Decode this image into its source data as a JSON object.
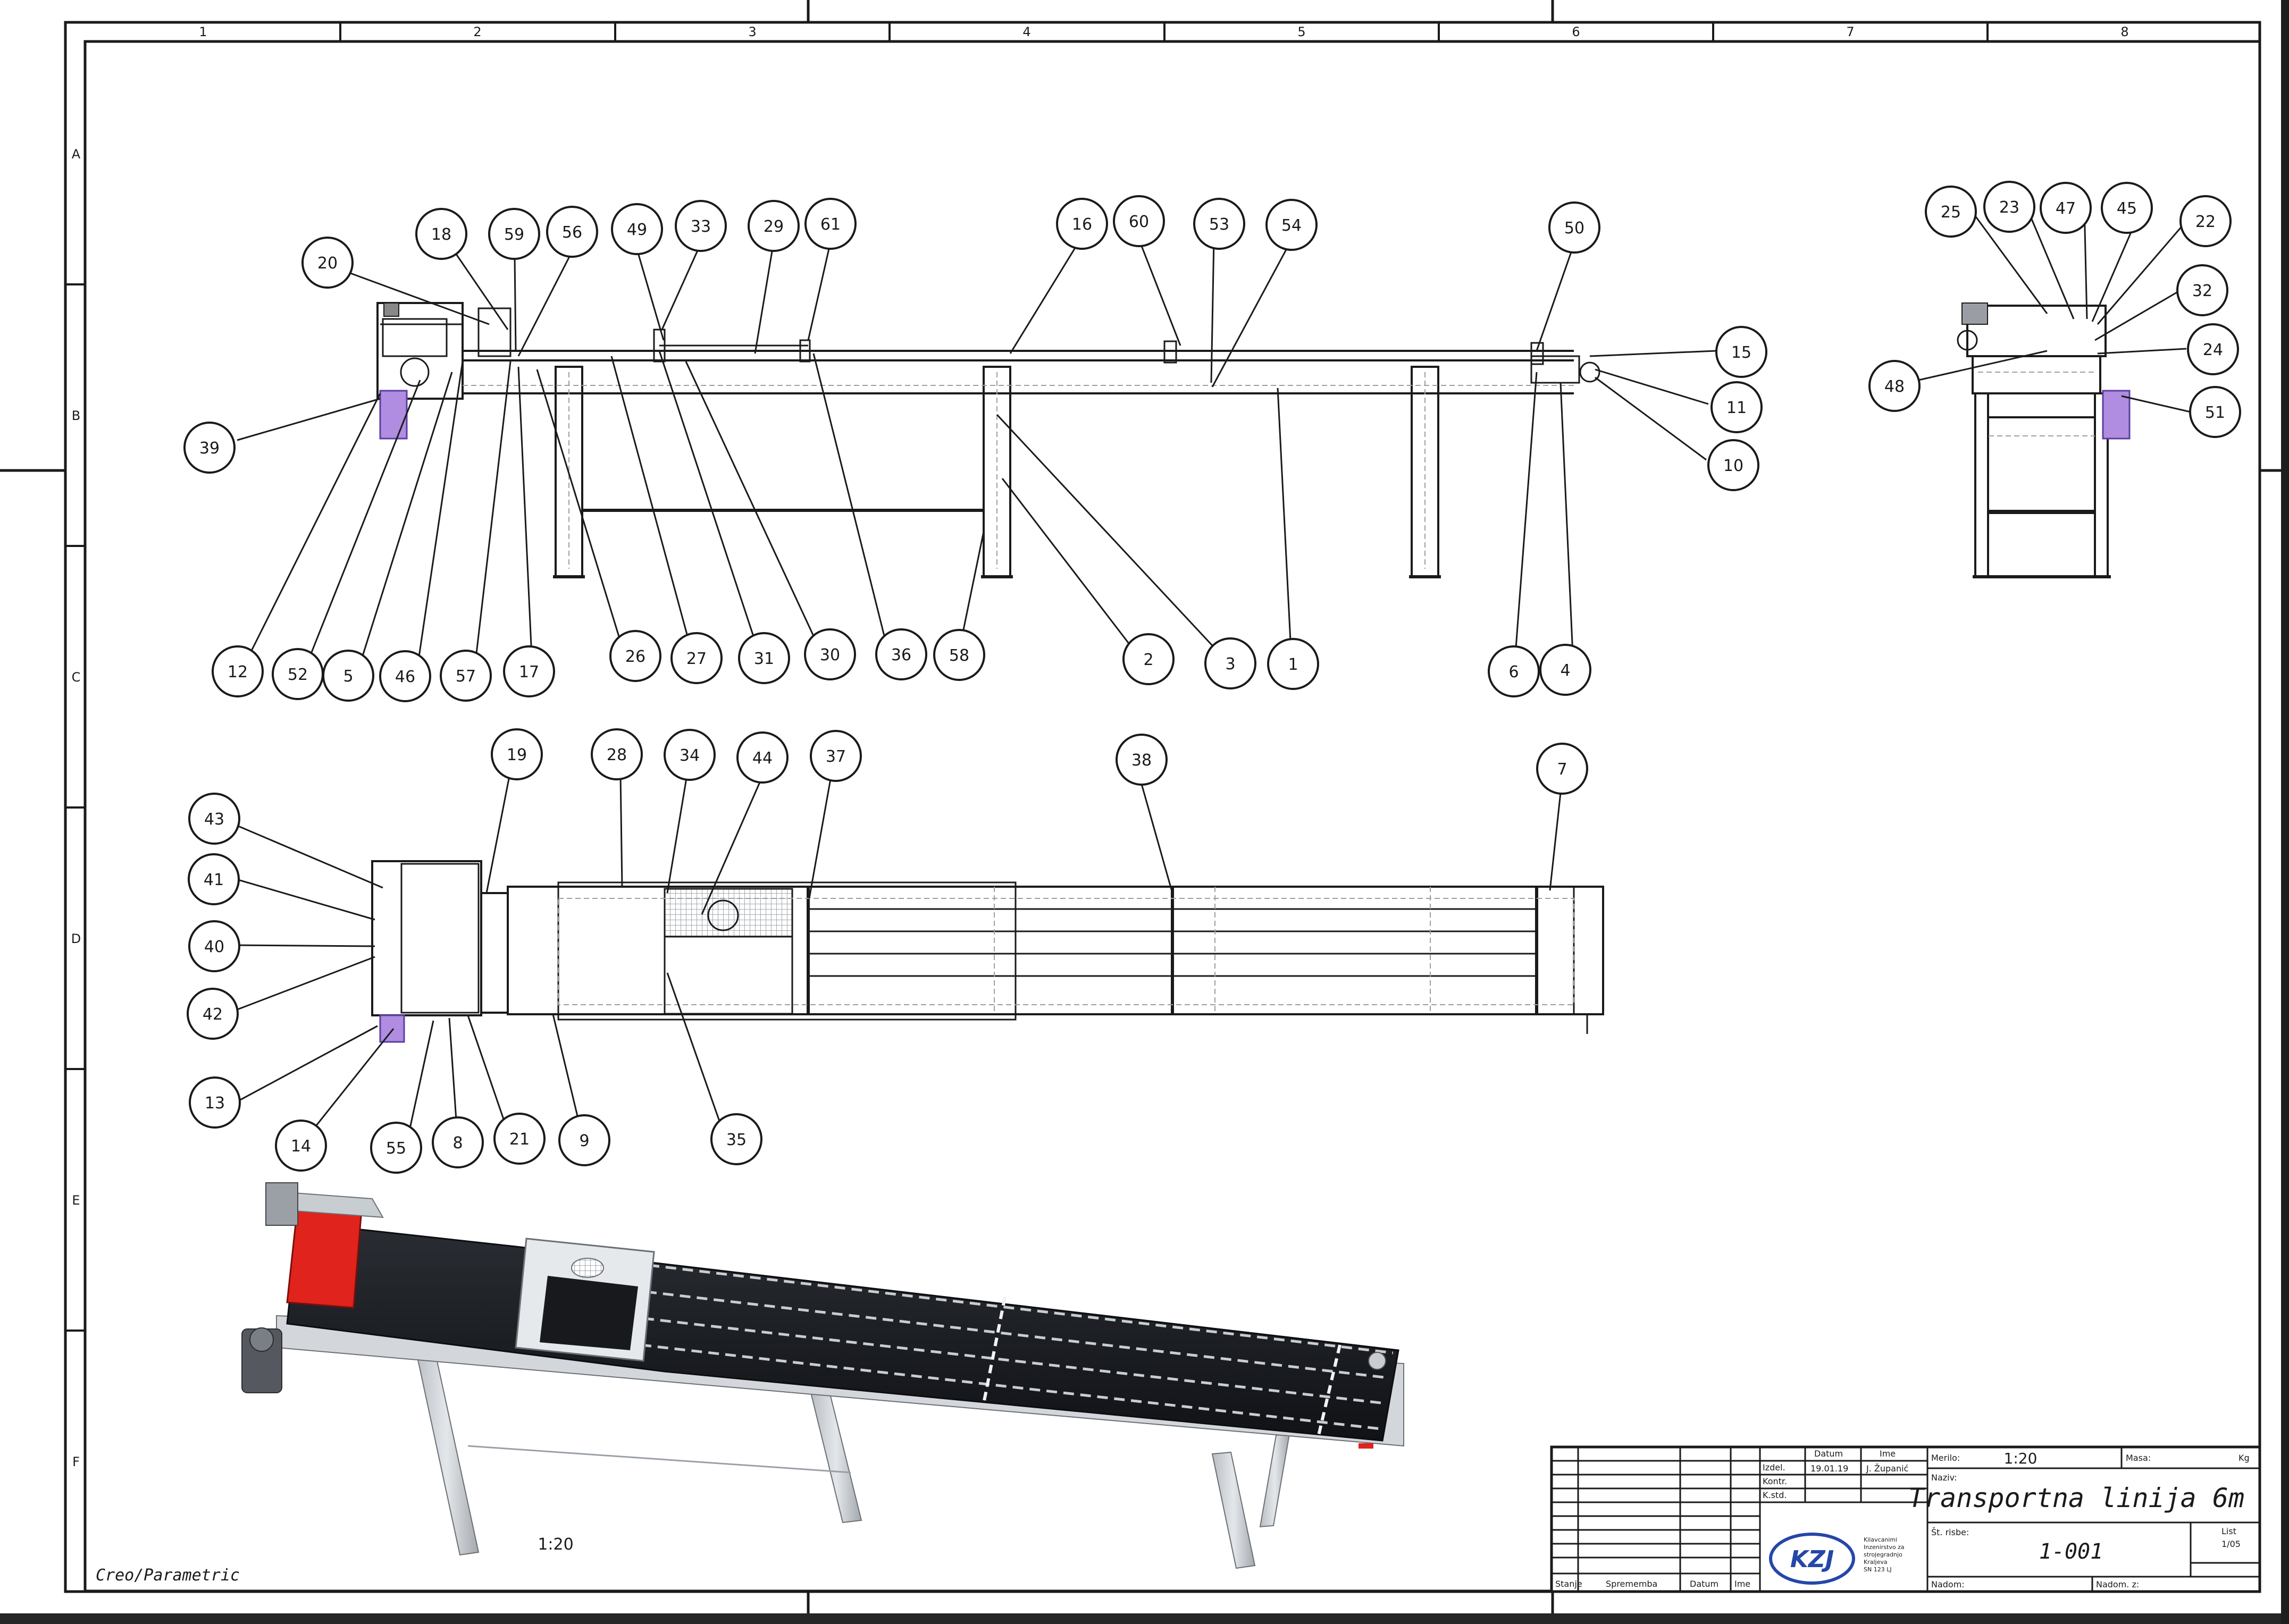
{
  "zone_columns": [
    "1",
    "2",
    "3",
    "4",
    "5",
    "6",
    "7",
    "8"
  ],
  "zone_rows": [
    "A",
    "B",
    "C",
    "D",
    "E",
    "F"
  ],
  "balloons": {
    "view_side": [
      "18",
      "59",
      "56",
      "49",
      "33",
      "29",
      "61",
      "16",
      "60",
      "53",
      "54",
      "50",
      "20",
      "15",
      "11",
      "10",
      "39",
      "12",
      "52",
      "5",
      "46",
      "57",
      "17",
      "26",
      "27",
      "31",
      "30",
      "36",
      "58",
      "2",
      "3",
      "1",
      "6",
      "4"
    ],
    "view_end": [
      "25",
      "23",
      "47",
      "45",
      "22",
      "32",
      "24",
      "48",
      "51"
    ],
    "view_top": [
      "19",
      "28",
      "34",
      "44",
      "37",
      "38",
      "7",
      "43",
      "41",
      "40",
      "42",
      "13",
      "14",
      "55",
      "8",
      "21",
      "9",
      "35"
    ]
  },
  "scale_note": "1:20",
  "creo_label": "Creo/Parametric",
  "title_block": {
    "hdr_datum": "Datum",
    "hdr_ime": "Ime",
    "row_izdel": "Izdel.",
    "izdel_date": "19.01.19",
    "izdel_name": "J. Županić",
    "row_kontr": "Kontr.",
    "row_kstd": "K.std.",
    "foot_stanje": "Stanje",
    "foot_sprememba": "Sprememba",
    "foot_datum": "Datum",
    "foot_ime": "Ime",
    "merilo_label": "Merilo:",
    "merilo_value": "1:20",
    "masa_label": "Masa:",
    "masa_unit": "Kg",
    "naziv_label": "Naziv:",
    "title": "Transportna linija 6m",
    "st_risbe_label": "Št. risbe:",
    "drawing_no": "1-001",
    "list_label": "List",
    "list_value": "1/05",
    "nadom_label": "Nadom:",
    "nadom_z_label": "Nadom. z:",
    "logo_text": "KZJ",
    "company_lines": [
      "Kilavcanimi",
      "Inzenirstvo za",
      "strojegradnjo",
      "Kraljeva",
      "SN 123 LJ"
    ]
  },
  "colors": {
    "line": "#1a1a1a",
    "hidden": "#9aa0a8",
    "motor_purple": "#b08de0",
    "belt_red": "#e0231c",
    "belt_black": "#16181c",
    "frame_grey": "#c8cdd2",
    "logo_blue": "#2646a8"
  }
}
